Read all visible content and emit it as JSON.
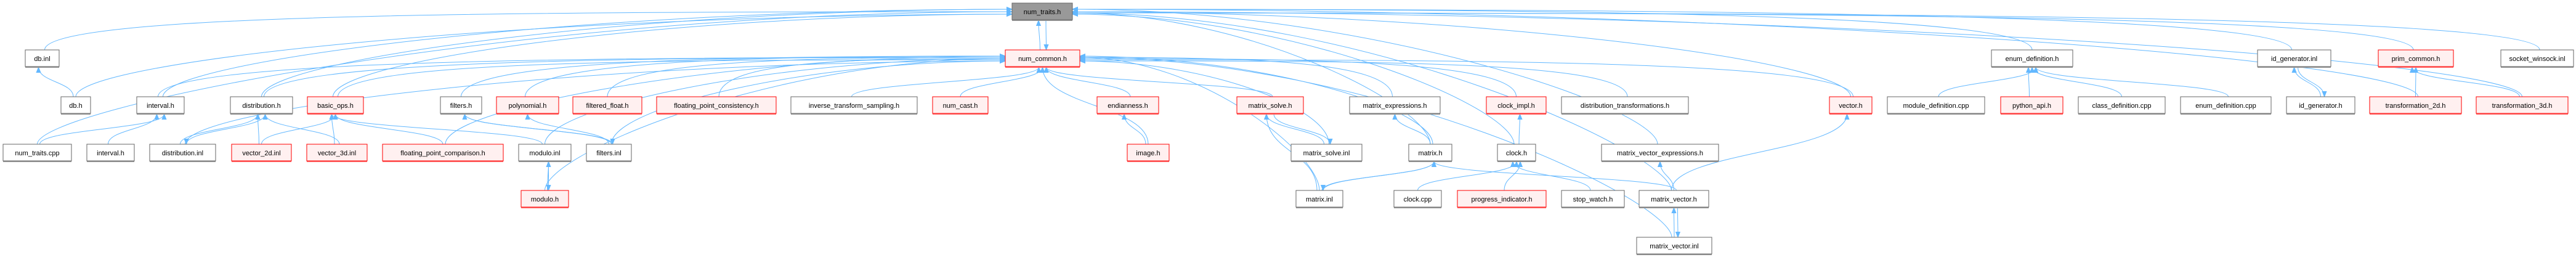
{
  "colors": {
    "edge": "#63b8ff",
    "focus_fill": "#999999",
    "focus_border": "#666666",
    "normal_fill": "#ffffff",
    "normal_border": "#666666",
    "truncated_fill": "#fff0f0",
    "truncated_border": "#ff0000"
  },
  "nodes": [
    {
      "id": "num_traits_h",
      "label": "num_traits.h",
      "style": "focus"
    },
    {
      "id": "db_inl",
      "label": "db.inl",
      "style": "normal"
    },
    {
      "id": "num_common_h",
      "label": "num_common.h",
      "style": "truncated"
    },
    {
      "id": "enum_definition_h",
      "label": "enum_definition.h",
      "style": "normal"
    },
    {
      "id": "id_generator_inl",
      "label": "id_generator.inl",
      "style": "normal"
    },
    {
      "id": "prim_common_h",
      "label": "prim_common.h",
      "style": "truncated"
    },
    {
      "id": "socket_winsock_inl",
      "label": "socket_winsock.inl",
      "style": "normal"
    },
    {
      "id": "db_h",
      "label": "db.h",
      "style": "normal"
    },
    {
      "id": "interval_h",
      "label": "interval.h",
      "style": "normal"
    },
    {
      "id": "distribution_h",
      "label": "distribution.h",
      "style": "normal"
    },
    {
      "id": "basic_ops_h",
      "label": "basic_ops.h",
      "style": "truncated"
    },
    {
      "id": "filters_h",
      "label": "filters.h",
      "style": "normal"
    },
    {
      "id": "polynomial_h",
      "label": "polynomial.h",
      "style": "truncated"
    },
    {
      "id": "filtered_float_h",
      "label": "filtered_float.h",
      "style": "truncated"
    },
    {
      "id": "fp_consistency_h",
      "label": "floating_point_consistency.h",
      "style": "truncated"
    },
    {
      "id": "inverse_transform_sampling_h",
      "label": "inverse_transform_sampling.h",
      "style": "normal"
    },
    {
      "id": "num_cast_h",
      "label": "num_cast.h",
      "style": "truncated"
    },
    {
      "id": "endianness_h",
      "label": "endianness.h",
      "style": "truncated"
    },
    {
      "id": "matrix_solve_h",
      "label": "matrix_solve.h",
      "style": "truncated"
    },
    {
      "id": "matrix_expressions_h",
      "label": "matrix_expressions.h",
      "style": "normal"
    },
    {
      "id": "clock_impl_h",
      "label": "clock_impl.h",
      "style": "truncated"
    },
    {
      "id": "distribution_transformations_h",
      "label": "distribution_transformations.h",
      "style": "normal"
    },
    {
      "id": "vector_h",
      "label": "vector.h",
      "style": "truncated"
    },
    {
      "id": "module_definition_cpp",
      "label": "module_definition.cpp",
      "style": "normal"
    },
    {
      "id": "python_api_h",
      "label": "python_api.h",
      "style": "truncated"
    },
    {
      "id": "class_definition_cpp",
      "label": "class_definition.cpp",
      "style": "normal"
    },
    {
      "id": "enum_definition_cpp",
      "label": "enum_definition.cpp",
      "style": "normal"
    },
    {
      "id": "id_generator_h",
      "label": "id_generator.h",
      "style": "normal"
    },
    {
      "id": "transformation_2d_h",
      "label": "transformation_2d.h",
      "style": "truncated"
    },
    {
      "id": "transformation_3d_h",
      "label": "transformation_3d.h",
      "style": "truncated"
    },
    {
      "id": "num_traits_cpp",
      "label": "num_traits.cpp",
      "style": "normal"
    },
    {
      "id": "interval_h_2",
      "label": "interval.h",
      "style": "normal"
    },
    {
      "id": "distribution_inl",
      "label": "distribution.inl",
      "style": "normal"
    },
    {
      "id": "vector_2d_inl",
      "label": "vector_2d.inl",
      "style": "truncated"
    },
    {
      "id": "vector_3d_inl",
      "label": "vector_3d.inl",
      "style": "truncated"
    },
    {
      "id": "fp_comparison_h",
      "label": "floating_point_comparison.h",
      "style": "truncated"
    },
    {
      "id": "modulo_inl",
      "label": "modulo.inl",
      "style": "normal"
    },
    {
      "id": "filters_inl",
      "label": "filters.inl",
      "style": "normal"
    },
    {
      "id": "image_h",
      "label": "image.h",
      "style": "truncated"
    },
    {
      "id": "matrix_solve_inl",
      "label": "matrix_solve.inl",
      "style": "normal"
    },
    {
      "id": "matrix_h",
      "label": "matrix.h",
      "style": "normal"
    },
    {
      "id": "clock_h",
      "label": "clock.h",
      "style": "normal"
    },
    {
      "id": "matrix_vector_expressions_h",
      "label": "matrix_vector_expressions.h",
      "style": "normal"
    },
    {
      "id": "modulo_h",
      "label": "modulo.h",
      "style": "truncated"
    },
    {
      "id": "matrix_inl",
      "label": "matrix.inl",
      "style": "normal"
    },
    {
      "id": "clock_cpp",
      "label": "clock.cpp",
      "style": "normal"
    },
    {
      "id": "progress_indicator_h",
      "label": "progress_indicator.h",
      "style": "truncated"
    },
    {
      "id": "stop_watch_h",
      "label": "stop_watch.h",
      "style": "normal"
    },
    {
      "id": "matrix_vector_h",
      "label": "matrix_vector.h",
      "style": "normal"
    },
    {
      "id": "matrix_vector_inl",
      "label": "matrix_vector.inl",
      "style": "normal"
    }
  ],
  "edges": [
    [
      "num_common_h",
      "num_traits_h"
    ],
    [
      "num_traits_h",
      "num_common_h"
    ],
    [
      "db_inl",
      "num_traits_h"
    ],
    [
      "db_h",
      "db_inl"
    ],
    [
      "db_h",
      "num_traits_h"
    ],
    [
      "interval_h",
      "num_traits_h"
    ],
    [
      "interval_h",
      "num_common_h"
    ],
    [
      "num_traits_cpp",
      "num_traits_h"
    ],
    [
      "num_traits_cpp",
      "interval_h"
    ],
    [
      "interval_h_2",
      "interval_h"
    ],
    [
      "distribution_h",
      "num_traits_h"
    ],
    [
      "distribution_h",
      "num_common_h"
    ],
    [
      "distribution_inl",
      "distribution_h"
    ],
    [
      "distribution_h",
      "distribution_inl"
    ],
    [
      "distribution_inl",
      "num_common_h"
    ],
    [
      "vector_2d_inl",
      "distribution_h"
    ],
    [
      "vector_2d_inl",
      "basic_ops_h"
    ],
    [
      "vector_3d_inl",
      "distribution_h"
    ],
    [
      "vector_3d_inl",
      "basic_ops_h"
    ],
    [
      "fp_comparison_h",
      "basic_ops_h"
    ],
    [
      "fp_comparison_h",
      "num_common_h"
    ],
    [
      "modulo_inl",
      "basic_ops_h"
    ],
    [
      "modulo_inl",
      "num_common_h"
    ],
    [
      "basic_ops_h",
      "num_common_h"
    ],
    [
      "basic_ops_h",
      "num_traits_h"
    ],
    [
      "filters_h",
      "num_common_h"
    ],
    [
      "filters_inl",
      "filters_h"
    ],
    [
      "filters_h",
      "filters_inl"
    ],
    [
      "filters_inl",
      "polynomial_h"
    ],
    [
      "filters_inl",
      "num_common_h"
    ],
    [
      "polynomial_h",
      "num_common_h"
    ],
    [
      "filtered_float_h",
      "num_common_h"
    ],
    [
      "fp_consistency_h",
      "num_common_h"
    ],
    [
      "inverse_transform_sampling_h",
      "num_common_h"
    ],
    [
      "num_cast_h",
      "num_common_h"
    ],
    [
      "modulo_h",
      "modulo_inl"
    ],
    [
      "modulo_inl",
      "modulo_h"
    ],
    [
      "modulo_h",
      "num_common_h"
    ],
    [
      "endianness_h",
      "num_common_h"
    ],
    [
      "image_h",
      "endianness_h"
    ],
    [
      "image_h",
      "num_common_h"
    ],
    [
      "matrix_solve_h",
      "num_common_h"
    ],
    [
      "matrix_solve_inl",
      "matrix_solve_h"
    ],
    [
      "matrix_solve_h",
      "matrix_solve_inl"
    ],
    [
      "matrix_solve_inl",
      "num_common_h"
    ],
    [
      "matrix_inl",
      "matrix_solve_h"
    ],
    [
      "matrix_inl",
      "num_common_h"
    ],
    [
      "matrix_inl",
      "matrix_h"
    ],
    [
      "matrix_h",
      "matrix_inl"
    ],
    [
      "matrix_h",
      "matrix_expressions_h"
    ],
    [
      "matrix_h",
      "num_common_h"
    ],
    [
      "matrix_expressions_h",
      "num_common_h"
    ],
    [
      "clock_impl_h",
      "num_common_h"
    ],
    [
      "clock_h",
      "clock_impl_h"
    ],
    [
      "clock_h",
      "num_traits_h"
    ],
    [
      "clock_cpp",
      "clock_h"
    ],
    [
      "progress_indicator_h",
      "clock_h"
    ],
    [
      "stop_watch_h",
      "clock_h"
    ],
    [
      "matrix_h",
      "num_traits_h"
    ],
    [
      "distribution_transformations_h",
      "num_common_h"
    ],
    [
      "matrix_vector_expressions_h",
      "num_traits_h"
    ],
    [
      "matrix_vector_h",
      "matrix_vector_expressions_h"
    ],
    [
      "matrix_vector_h",
      "matrix_h"
    ],
    [
      "matrix_vector_h",
      "num_traits_h"
    ],
    [
      "matrix_vector_inl",
      "matrix_vector_h"
    ],
    [
      "matrix_vector_h",
      "matrix_vector_inl"
    ],
    [
      "matrix_vector_inl",
      "num_common_h"
    ],
    [
      "vector_h",
      "num_traits_h"
    ],
    [
      "vector_h",
      "num_common_h"
    ],
    [
      "matrix_vector_h",
      "vector_h"
    ],
    [
      "enum_definition_h",
      "num_traits_h"
    ],
    [
      "module_definition_cpp",
      "enum_definition_h"
    ],
    [
      "python_api_h",
      "enum_definition_h"
    ],
    [
      "class_definition_cpp",
      "enum_definition_h"
    ],
    [
      "enum_definition_cpp",
      "enum_definition_h"
    ],
    [
      "id_generator_inl",
      "num_traits_h"
    ],
    [
      "id_generator_h",
      "id_generator_inl"
    ],
    [
      "id_generator_inl",
      "id_generator_h"
    ],
    [
      "prim_common_h",
      "num_traits_h"
    ],
    [
      "transformation_2d_h",
      "prim_common_h"
    ],
    [
      "transformation_2d_h",
      "num_traits_h"
    ],
    [
      "transformation_3d_h",
      "prim_common_h"
    ],
    [
      "transformation_3d_h",
      "num_traits_h"
    ],
    [
      "socket_winsock_inl",
      "num_traits_h"
    ]
  ]
}
